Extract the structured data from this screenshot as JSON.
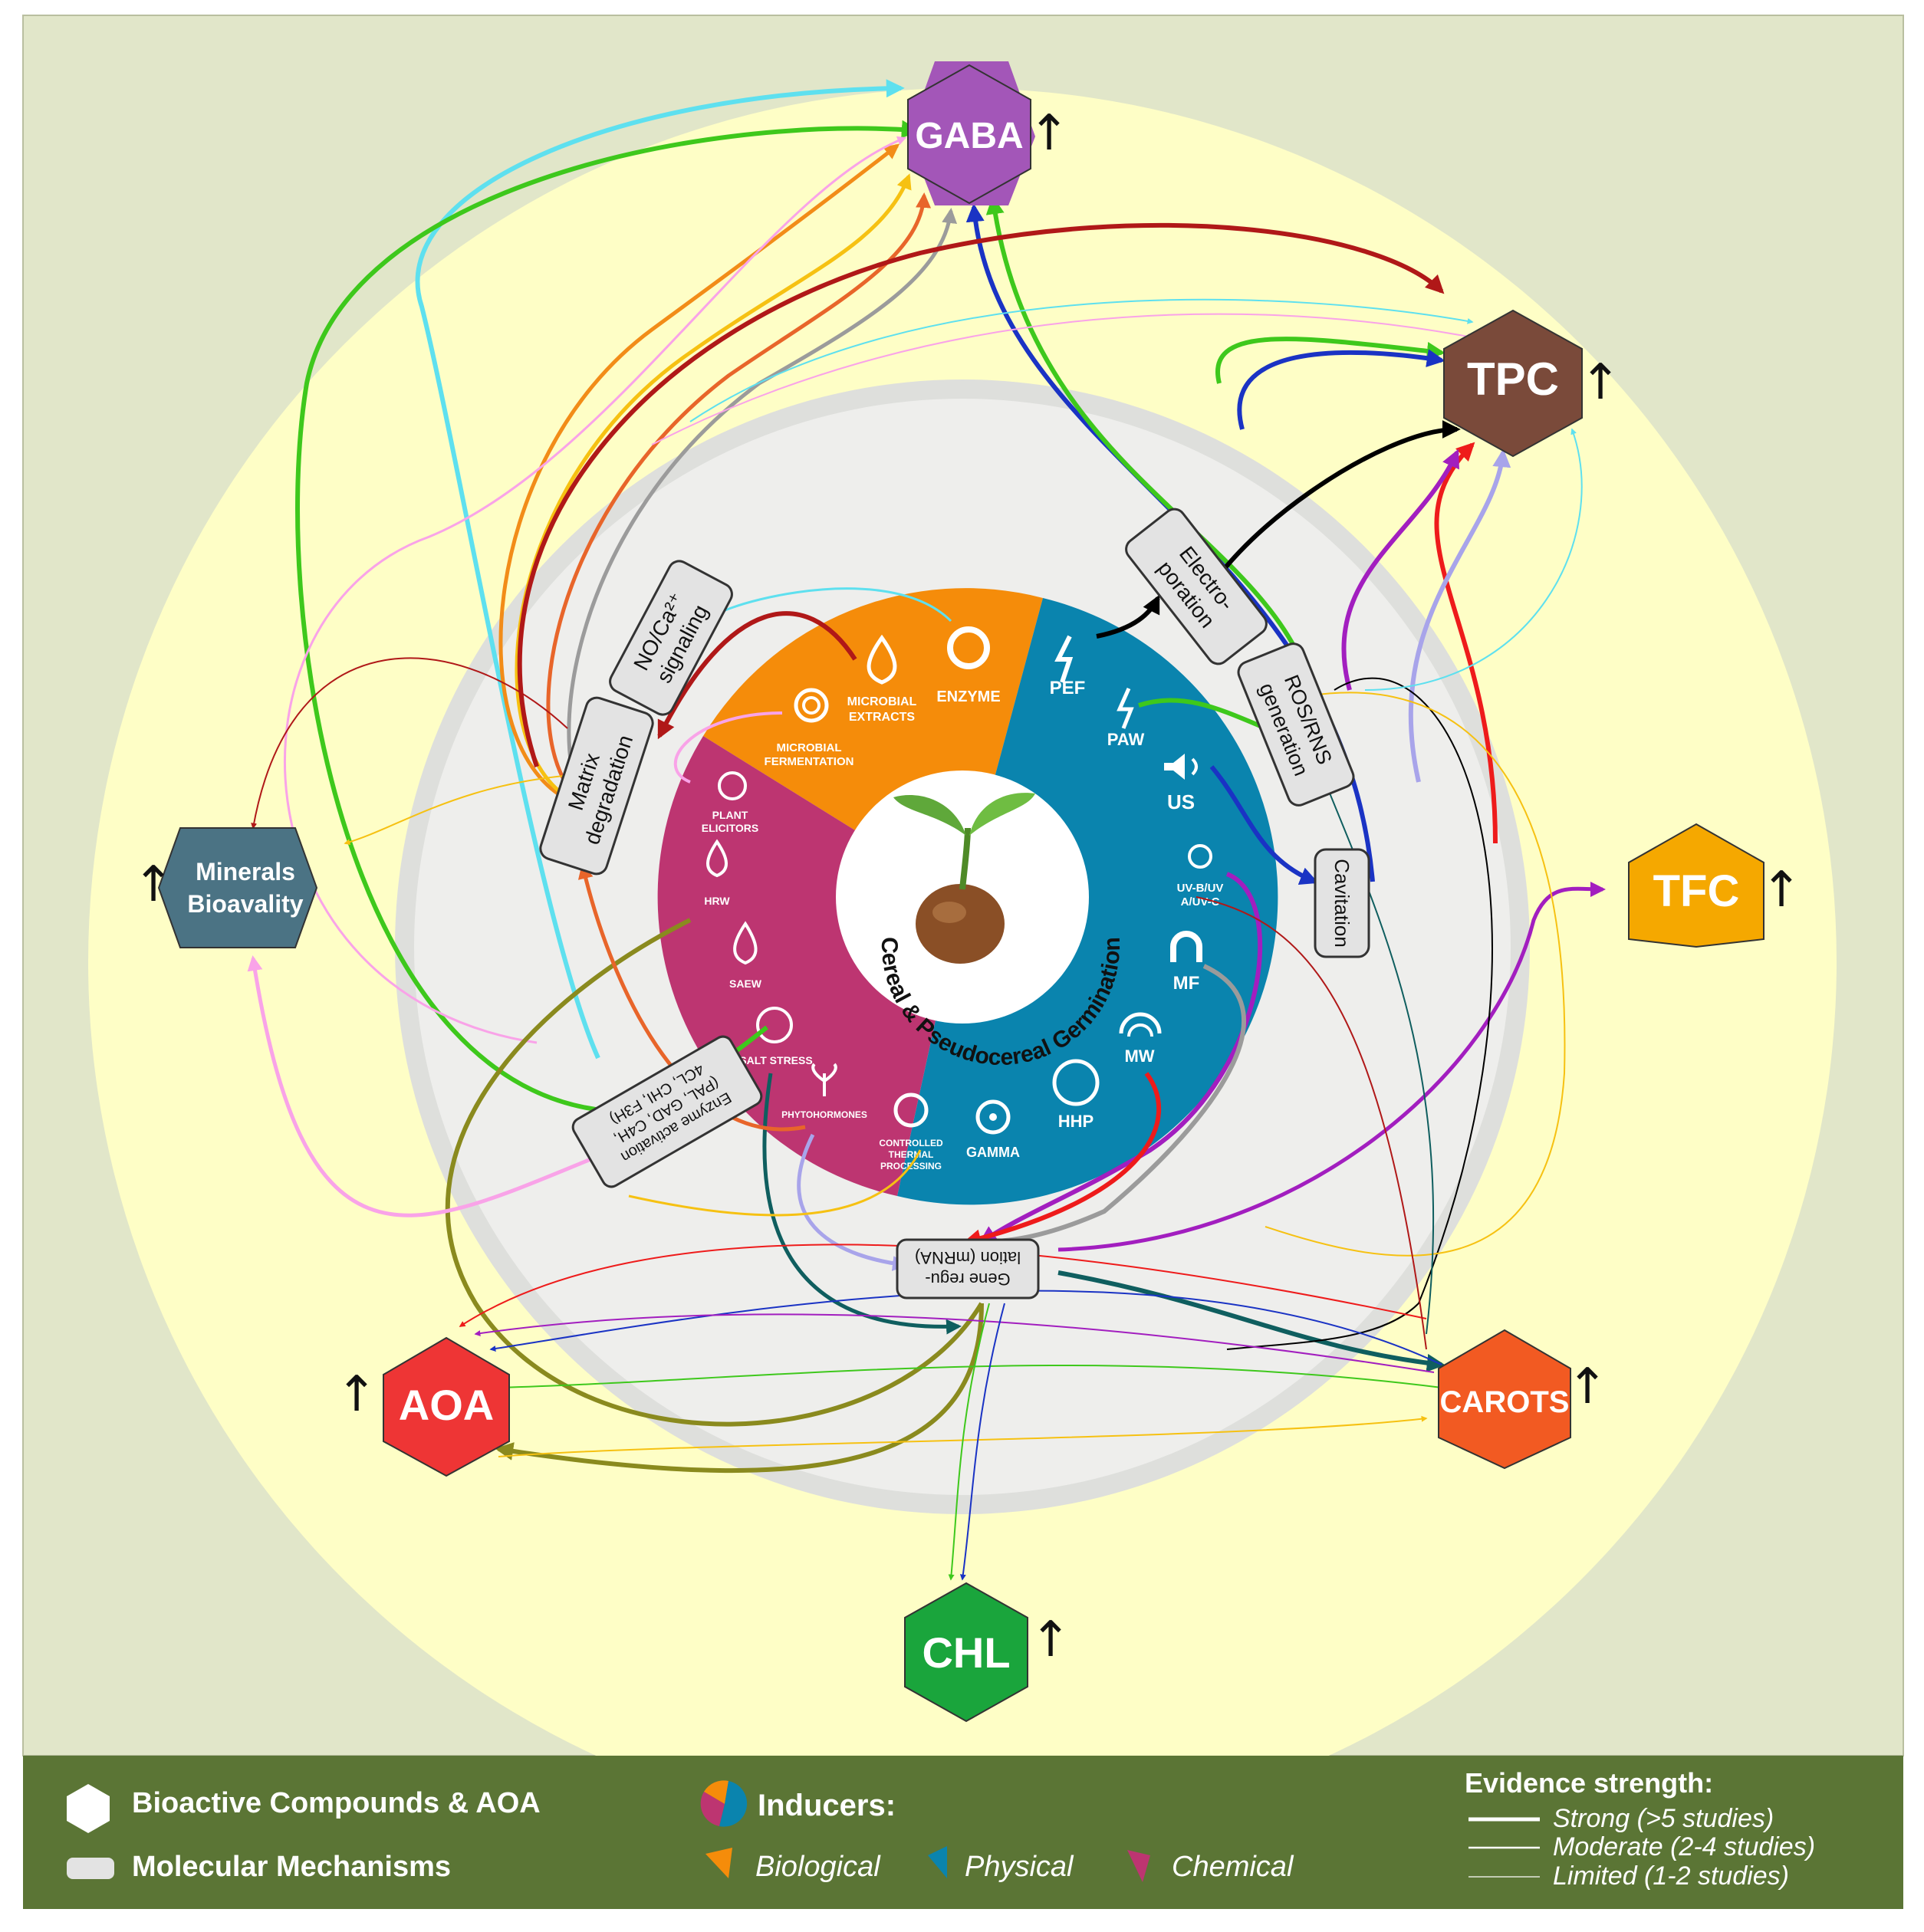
{
  "center_label": "Cereal & Pseudocereal Germination",
  "compounds": [
    {
      "id": "gaba",
      "label": "GABA",
      "color": "#a356b8",
      "arrow": "↑"
    },
    {
      "id": "tpc",
      "label": "TPC",
      "color": "#7a4a3a",
      "arrow": "↑"
    },
    {
      "id": "tfc",
      "label": "TFC",
      "color": "#f5a800",
      "arrow": "↑"
    },
    {
      "id": "carots",
      "label": "CAROTS",
      "color": "#f25a22",
      "arrow": "↑"
    },
    {
      "id": "chl",
      "label": "CHL",
      "color": "#1aa53c",
      "arrow": "↑"
    },
    {
      "id": "aoa",
      "label": "AOA",
      "color": "#ee3535",
      "arrow": "↑"
    },
    {
      "id": "minerals",
      "label1": "Minerals",
      "label2": "Bioavality",
      "color": "#4b7384",
      "arrow": "↑"
    }
  ],
  "mechanisms": {
    "no_ca": [
      "NO/Ca²⁺",
      "signaling"
    ],
    "matrix": [
      "Matrix",
      "degradation"
    ],
    "electro": [
      "Electro-",
      "poration"
    ],
    "ros": [
      "ROS/RNS",
      "generation"
    ],
    "cavitation": [
      "Cavitation"
    ],
    "gene": [
      "Gene regu-",
      "lation (mRNA)"
    ],
    "enzyme": [
      "Enzyme activation",
      "(PAL, GAD, C4H,",
      "4CL, CHI, F3H)"
    ]
  },
  "inducers": {
    "biological": [
      {
        "id": "enzyme",
        "label": [
          "ENZYME"
        ]
      },
      {
        "id": "microbial_extracts",
        "label": [
          "MICROBIAL",
          "EXTRACTS"
        ]
      },
      {
        "id": "microbial_fermentation",
        "label": [
          "MICROBIAL",
          "FERMENTATION"
        ]
      }
    ],
    "chemical": [
      {
        "id": "plant_elicitors",
        "label": [
          "PLANT",
          "ELICITORS"
        ]
      },
      {
        "id": "hrw",
        "label": [
          "HRW"
        ]
      },
      {
        "id": "saew",
        "label": [
          "SAEW"
        ]
      },
      {
        "id": "salt_stress",
        "label": [
          "SALT STRESS"
        ]
      },
      {
        "id": "phytohormones",
        "label": [
          "PHYTOHORMONES"
        ]
      }
    ],
    "physical": [
      {
        "id": "pef",
        "label": [
          "PEF"
        ]
      },
      {
        "id": "paw",
        "label": [
          "PAW"
        ]
      },
      {
        "id": "us",
        "label": [
          "US"
        ]
      },
      {
        "id": "uv",
        "label": [
          "UV-B/UV",
          "A/UV-C"
        ]
      },
      {
        "id": "mf",
        "label": [
          "MF"
        ]
      },
      {
        "id": "mw",
        "label": [
          "MW"
        ]
      },
      {
        "id": "hhp",
        "label": [
          "HHP"
        ]
      },
      {
        "id": "gamma",
        "label": [
          "GAMMA"
        ]
      },
      {
        "id": "thermal",
        "label": [
          "CONTROLLED",
          "THERMAL",
          "PROCESSING"
        ]
      }
    ]
  },
  "colors": {
    "biological": "#f58c0a",
    "physical": "#0a84ae",
    "chemical": "#bd3571",
    "legend_bg": "#5b7535",
    "outer_bg": "#e1e6c9",
    "disc": "#fefec6"
  },
  "legend": {
    "compounds_label": "Bioactive Compounds & AOA",
    "mechanisms_label": "Molecular Mechanisms",
    "inducers_title": "Inducers:",
    "biological": "Biological",
    "physical": "Physical",
    "chemical": "Chemical",
    "evidence_title": "Evidence strength:",
    "strong": "Strong (>5 studies)",
    "moderate": "Moderate (2-4 studies)",
    "limited": "Limited (1-2 studies)"
  }
}
